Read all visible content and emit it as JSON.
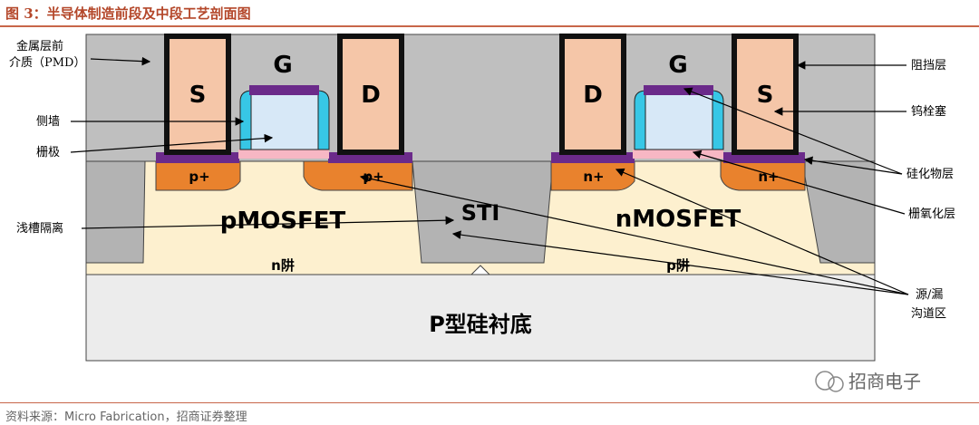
{
  "title": "图 3：半导体制造前段及中段工艺剖面图",
  "source": "资料来源：Micro Fabrication，招商证券整理",
  "watermark": "招商电子",
  "device_labels": {
    "pmos": "pMOSFET",
    "nmos": "nMOSFET",
    "sti": "STI",
    "nwell": "n阱",
    "pwell": "p阱",
    "substrate": "P型硅衬底",
    "p_plus": "p+",
    "n_plus": "n+",
    "source": "S",
    "drain": "D",
    "gate": "G"
  },
  "callouts": {
    "pmd_line1": "金属层前",
    "pmd_line2": "介质（PMD）",
    "sidewall": "侧墙",
    "gate_elec": "栅极",
    "sti_label": "浅槽隔离",
    "barrier": "阻挡层",
    "w_plug": "钨栓塞",
    "silicide": "硅化物层",
    "gate_oxide": "栅氧化层",
    "sd_line1": "源/漏",
    "sd_line2": "沟道区"
  },
  "colors": {
    "title": "#b4472a",
    "pmd": "#bfbfbf",
    "substrate": "#ececec",
    "well": "#fdf0cf",
    "sti": "#b3b3b3",
    "diffusion": "#e9822d",
    "silicide": "#6b2a8a",
    "plug": "#f5c6a8",
    "gate_poly": "#d7e8f7",
    "spacer": "#37c7e6",
    "gate_oxide": "#f7b7c4"
  }
}
